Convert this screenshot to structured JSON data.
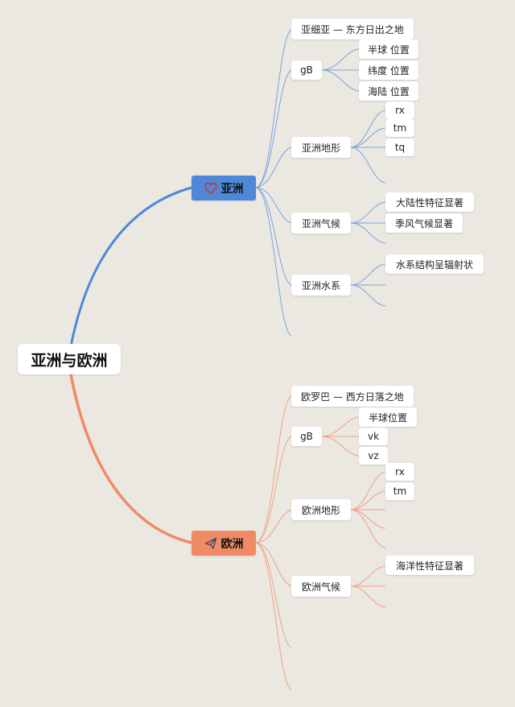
{
  "root": {
    "label": "亚洲与欧洲"
  },
  "asia": {
    "label": "亚洲",
    "icon": "heart-icon",
    "color": "#4f88d9",
    "children": {
      "title": "亚细亚 — 东方日出之地",
      "gb": {
        "label": "gB",
        "items": [
          "半球 位置",
          "纬度 位置",
          "海陆 位置"
        ]
      },
      "terrain": {
        "label": "亚洲地形",
        "items": [
          "rx",
          "tm",
          "tq"
        ]
      },
      "climate": {
        "label": "亚洲气候",
        "items": [
          "大陆性特征显著",
          "季风气候显著"
        ]
      },
      "water": {
        "label": "亚洲水系",
        "items": [
          "水系结构呈辐射状"
        ]
      }
    }
  },
  "europe": {
    "label": "欧洲",
    "icon": "paper-plane-icon",
    "color": "#f08a65",
    "children": {
      "title": "欧罗巴 — 西方日落之地",
      "gb": {
        "label": "gB",
        "items": [
          "半球位置",
          "vk",
          "vz"
        ]
      },
      "terrain": {
        "label": "欧洲地形",
        "items": [
          "rx",
          "tm"
        ]
      },
      "climate": {
        "label": "欧洲气候",
        "items": [
          "海洋性特征显著"
        ]
      }
    }
  }
}
